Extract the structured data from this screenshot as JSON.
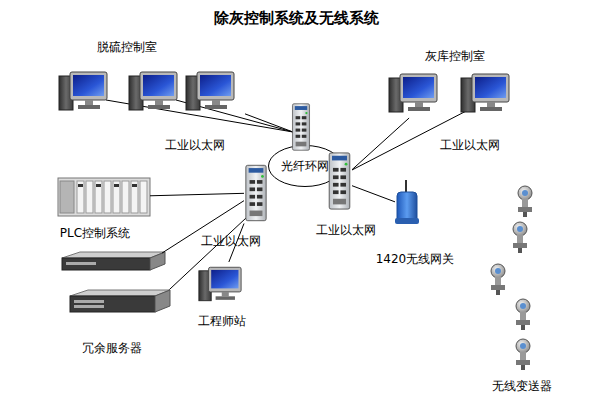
{
  "diagram": {
    "title": "除灰控制系统及无线系统",
    "nodes": [
      {
        "text": [
          "脱硫控制室"
        ]
      },
      {
        "text": [
          "灰库控制室"
        ]
      },
      {
        "text": [
          "光纤环网"
        ]
      },
      {
        "text": [
          "工业以太网"
        ]
      },
      {
        "text": [
          "工业以太网"
        ]
      },
      {
        "text": [
          "PLC控制系统"
        ]
      },
      {
        "text": [
          "冗余服务器"
        ]
      },
      {
        "text": [
          "工程师站"
        ]
      },
      {
        "text": [
          "1420无线网关"
        ]
      },
      {
        "text": [
          "无线变送器"
        ]
      }
    ],
    "edges": [
      {
        "from": 0,
        "to": 2,
        "arrow": "none",
        "label": "工业以太网"
      },
      {
        "from": 1,
        "to": 4,
        "arrow": "none",
        "label": "工业以太网"
      },
      {
        "from": 5,
        "to": 3,
        "arrow": "none"
      },
      {
        "from": 6,
        "to": 3,
        "arrow": "none"
      },
      {
        "from": 7,
        "to": 3,
        "arrow": "none"
      },
      {
        "from": 8,
        "to": 4,
        "arrow": "none"
      }
    ]
  }
}
